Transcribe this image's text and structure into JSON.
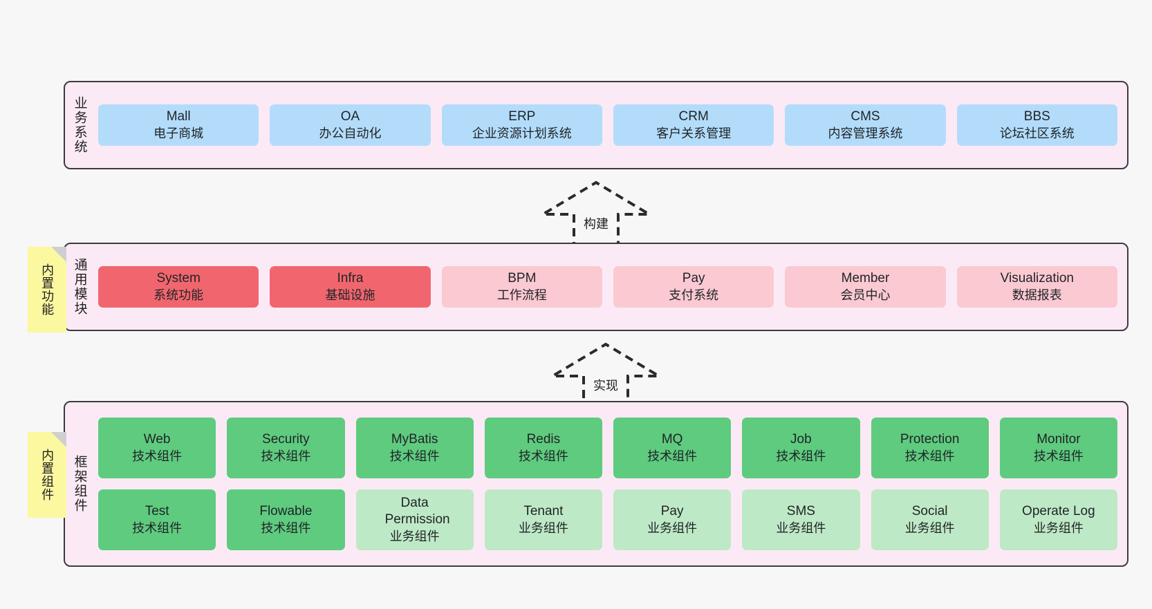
{
  "diagram": {
    "title": "",
    "colors": {
      "canvas_bg": "#f7f7f7",
      "layer_bg": "#fbeaf5",
      "layer_border": "#3b3b3b",
      "business_cell": "#b3dcfb",
      "module_core": "#f1666e",
      "module_optional": "#fbc9d2",
      "tech_component": "#5fcb7f",
      "biz_component": "#bee9c6",
      "note_bg": "#fbf8a0",
      "note_fold": "#cfcfcf"
    }
  },
  "layers": [
    {
      "id": "business-system",
      "title": "业务系统",
      "rows": [
        {
          "cells": [
            {
              "en": "Mall",
              "cn": "电子商城",
              "style": "c-blue"
            },
            {
              "en": "OA",
              "cn": "办公自动化",
              "style": "c-blue"
            },
            {
              "en": "ERP",
              "cn": "企业资源计划系统",
              "style": "c-blue"
            },
            {
              "en": "CRM",
              "cn": "客户关系管理",
              "style": "c-blue"
            },
            {
              "en": "CMS",
              "cn": "内容管理系统",
              "style": "c-blue"
            },
            {
              "en": "BBS",
              "cn": "论坛社区系统",
              "style": "c-blue"
            }
          ]
        }
      ]
    },
    {
      "id": "common-module",
      "title": "通用模块",
      "note": "内置功能",
      "rows": [
        {
          "cells": [
            {
              "en": "System",
              "cn": "系统功能",
              "style": "c-red-strong"
            },
            {
              "en": "Infra",
              "cn": "基础设施",
              "style": "c-red-strong"
            },
            {
              "en": "BPM",
              "cn": "工作流程",
              "style": "c-red-soft"
            },
            {
              "en": "Pay",
              "cn": "支付系统",
              "style": "c-red-soft"
            },
            {
              "en": "Member",
              "cn": "会员中心",
              "style": "c-red-soft"
            },
            {
              "en": "Visualization",
              "cn": "数据报表",
              "style": "c-red-soft"
            }
          ]
        }
      ]
    },
    {
      "id": "framework-component",
      "title": "框架组件",
      "note": "内置组件",
      "rows": [
        {
          "cells": [
            {
              "en": "Web",
              "cn": "技术组件",
              "style": "c-green-strong"
            },
            {
              "en": "Security",
              "cn": "技术组件",
              "style": "c-green-strong"
            },
            {
              "en": "MyBatis",
              "cn": "技术组件",
              "style": "c-green-strong"
            },
            {
              "en": "Redis",
              "cn": "技术组件",
              "style": "c-green-strong"
            },
            {
              "en": "MQ",
              "cn": "技术组件",
              "style": "c-green-strong"
            },
            {
              "en": "Job",
              "cn": "技术组件",
              "style": "c-green-strong"
            },
            {
              "en": "Protection",
              "cn": "技术组件",
              "style": "c-green-strong"
            },
            {
              "en": "Monitor",
              "cn": "技术组件",
              "style": "c-green-strong"
            }
          ]
        },
        {
          "cells": [
            {
              "en": "Test",
              "cn": "技术组件",
              "style": "c-green-strong"
            },
            {
              "en": "Flowable",
              "cn": "技术组件",
              "style": "c-green-strong"
            },
            {
              "en": "Data Permission",
              "cn": "业务组件",
              "style": "c-green-soft"
            },
            {
              "en": "Tenant",
              "cn": "业务组件",
              "style": "c-green-soft"
            },
            {
              "en": "Pay",
              "cn": "业务组件",
              "style": "c-green-soft"
            },
            {
              "en": "SMS",
              "cn": "业务组件",
              "style": "c-green-soft"
            },
            {
              "en": "Social",
              "cn": "业务组件",
              "style": "c-green-soft"
            },
            {
              "en": "Operate Log",
              "cn": "业务组件",
              "style": "c-green-soft"
            }
          ]
        }
      ]
    }
  ],
  "connectors": [
    {
      "id": "build",
      "label": "构建",
      "from": "common-module",
      "to": "business-system"
    },
    {
      "id": "implement",
      "label": "实现",
      "from": "framework-component",
      "to": "common-module"
    }
  ]
}
